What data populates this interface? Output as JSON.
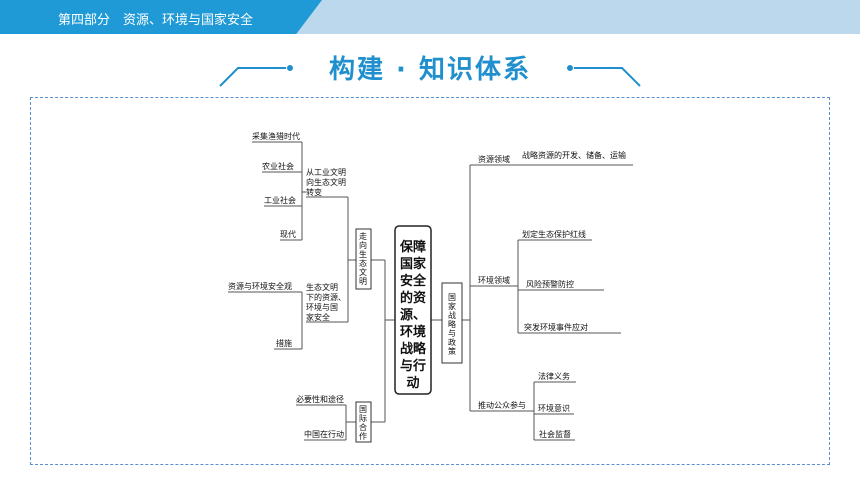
{
  "header": {
    "section": "第四部分　资源、环境与国家安全"
  },
  "title": "构建 · 知识体系",
  "mindmap": {
    "center": [
      "保障",
      "国家",
      "安全",
      "的资",
      "源、",
      "环境",
      "战略",
      "与行",
      "动"
    ],
    "left": {
      "branch1": {
        "label": [
          "走",
          "向",
          "生",
          "态",
          "文",
          "明"
        ],
        "sub1": {
          "label": [
            "从工业文明",
            "向生态文明",
            "转变"
          ],
          "items": [
            "采集渔猎时代",
            "农业社会",
            "工业社会",
            "现代"
          ]
        },
        "sub2": {
          "label": [
            "生态文明",
            "下的资源、",
            "环境与国",
            "家安全"
          ],
          "items": [
            "资源与环境安全观",
            "措施"
          ]
        }
      },
      "branch2": {
        "label": [
          "国",
          "际",
          "合",
          "作"
        ],
        "items": [
          "必要性和途径",
          "中国在行动"
        ]
      }
    },
    "right": {
      "branch": {
        "label": [
          "国",
          "家",
          "战",
          "略",
          "与",
          "政",
          "策"
        ],
        "resource": {
          "label": "资源领域",
          "items": [
            "战略资源的开发、储备、运输"
          ]
        },
        "environment": {
          "label": "环境领域",
          "items": [
            "划定生态保护红线",
            "风险预警防控",
            "突发环境事件应对"
          ]
        },
        "public": {
          "label": "推动公众参与",
          "items": [
            "法律义务",
            "环境意识",
            "社会监督"
          ]
        }
      }
    }
  },
  "colors": {
    "accent": "#1f9ad6",
    "header_bg": "#bcd8ec",
    "title": "#1f8fce",
    "frame_border": "#5a8fd0",
    "line": "#555555"
  }
}
